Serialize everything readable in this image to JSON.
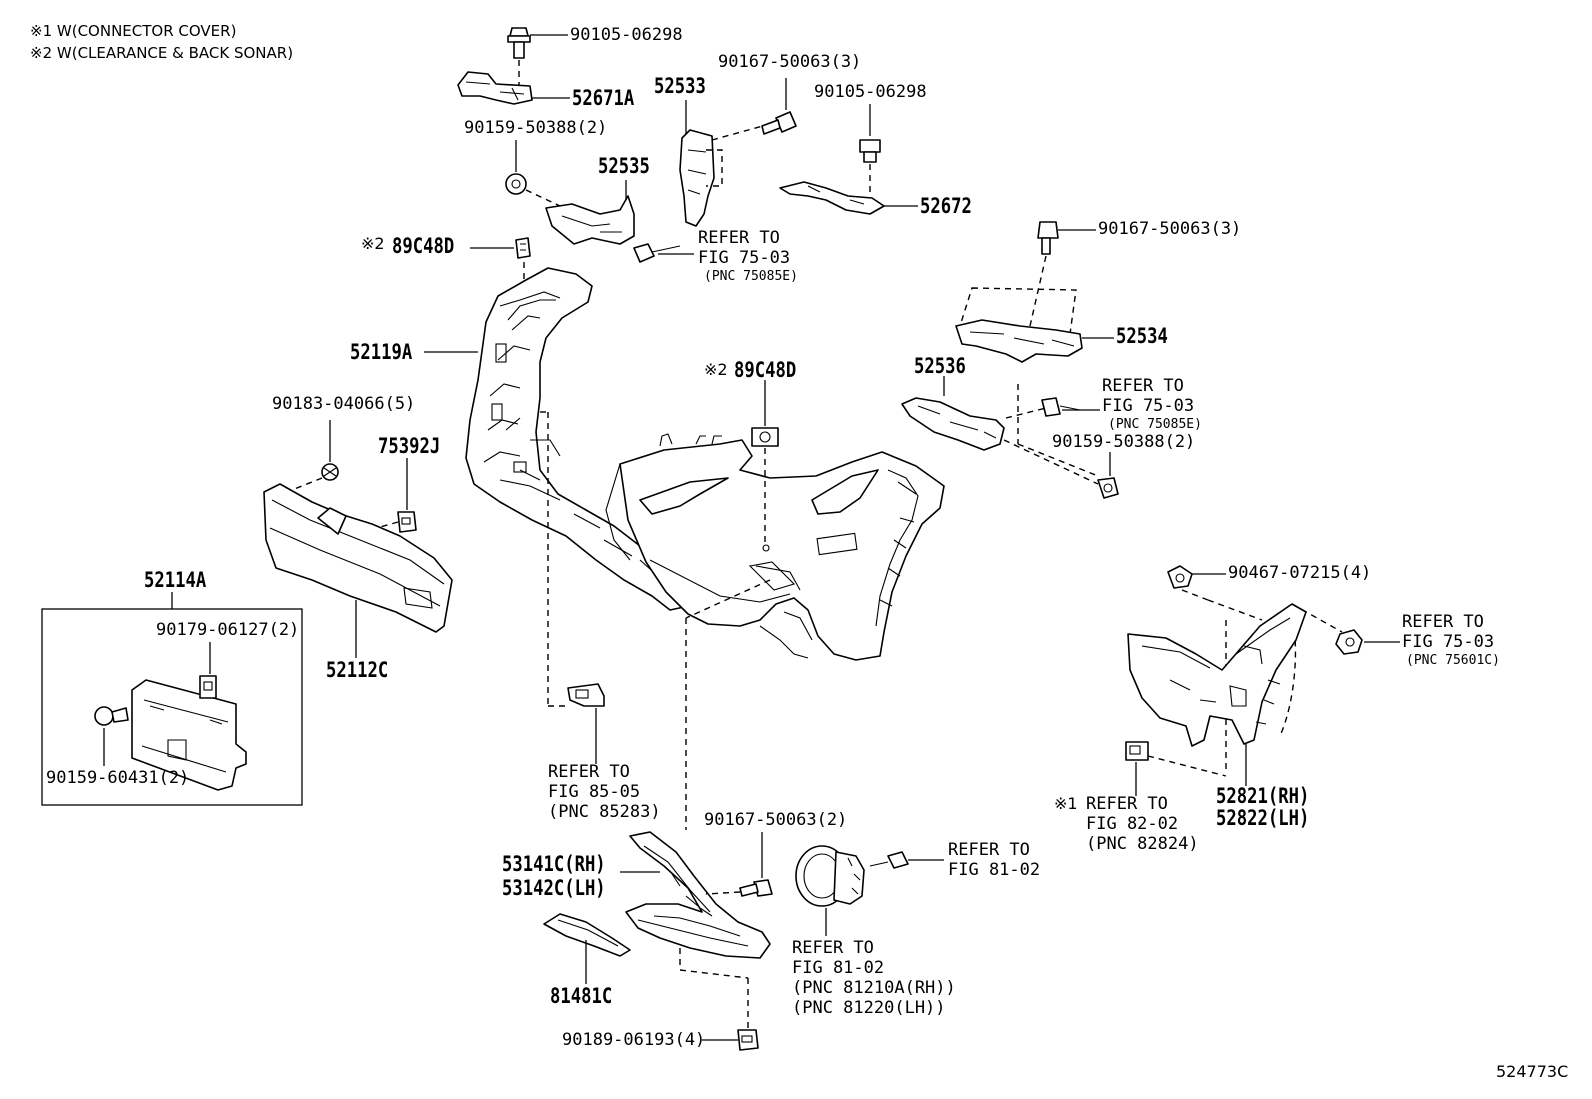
{
  "notes": {
    "note1": "※1 W(CONNECTOR COVER)",
    "note2": "※2 W(CLEARANCE & BACK SONAR)"
  },
  "labels": {
    "b_90105_06298_a": "90105-06298",
    "b_52671A": "52671A",
    "b_90159_50388_a": "90159-50388(2)",
    "b_52535": "52535",
    "b_89C48D_a": "89C48D",
    "b_52119A": "52119A",
    "b_52533": "52533",
    "b_90167_50063_a": "90167-50063(3)",
    "b_90105_06298_b": "90105-06298",
    "b_52672": "52672",
    "b_90167_50063_b": "90167-50063(3)",
    "b_52534": "52534",
    "b_52536": "52536",
    "b_89C48D_b": "89C48D",
    "b_90183_04066": "90183-04066(5)",
    "b_75392J": "75392J",
    "b_52114A": "52114A",
    "b_90179_06127": "90179-06127(2)",
    "b_90159_60431": "90159-60431(2)",
    "b_52112C": "52112C",
    "b_90159_50388_b": "90159-50388(2)",
    "b_90467_07215": "90467-07215(4)",
    "b_52821": "52821(RH)",
    "b_52822": "52822(LH)",
    "b_90167_50063_c": "90167-50063(2)",
    "b_53141C": "53141C(RH)",
    "b_53142C": "53142C(LH)",
    "b_81481C": "81481C",
    "b_90189_06193": "90189-06193(4)",
    "mark1": "※2",
    "mark2": "※2",
    "mark3": "※1"
  },
  "refs": {
    "r1_1": "REFER TO",
    "r1_2": "FIG 75-03",
    "r1_3": "(PNC 75085E)",
    "r2_1": "REFER TO",
    "r2_2": "FIG 75-03",
    "r2_3": "(PNC 75085E)",
    "r3_1": "REFER TO",
    "r3_2": "FIG 75-03",
    "r3_3": "(PNC 75601C)",
    "r4_1": "REFER TO",
    "r4_2": "FIG 85-05",
    "r4_3": "(PNC 85283)",
    "r5_1": "REFER TO",
    "r5_2": "FIG 82-02",
    "r5_3": "(PNC 82824)",
    "r6_1": "REFER TO",
    "r6_2": "FIG 81-02",
    "r7_1": "REFER TO",
    "r7_2": "FIG 81-02",
    "r7_3": "(PNC 81210A(RH))",
    "r7_4": "(PNC 81220(LH))"
  },
  "diagram_code": "524773C"
}
